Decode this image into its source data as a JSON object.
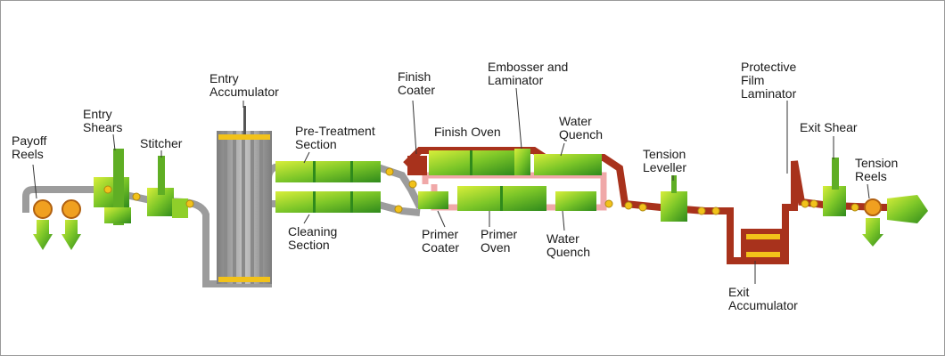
{
  "labels": {
    "payoff_reels": "Payoff\nReels",
    "entry_shears": "Entry\nShears",
    "stitcher": "Stitcher",
    "entry_accumulator": "Entry\nAccumulator",
    "pre_treatment": "Pre-Treatment\nSection",
    "cleaning": "Cleaning\nSection",
    "finish_coater": "Finish\nCoater",
    "finish_oven": "Finish Oven",
    "embosser": "Embosser and\nLaminator",
    "water_quench_top": "Water\nQuench",
    "primer_coater": "Primer\nCoater",
    "primer_oven": "Primer\nOven",
    "water_quench_bottom": "Water\nQuench",
    "tension_leveller": "Tension\nLeveller",
    "protective_film": "Protective\nFilm\nLaminator",
    "exit_shear": "Exit Shear",
    "tension_reels": "Tension\nReels",
    "exit_accumulator": "Exit\nAccumulator"
  },
  "colors": {
    "strip_entry": "#9c9c9c",
    "strip_exit": "#a8321c",
    "equipment_green": "#8fcf2a",
    "roller_yellow": "#f2c21a",
    "oven_loop_pink": "#f0a8a8"
  }
}
